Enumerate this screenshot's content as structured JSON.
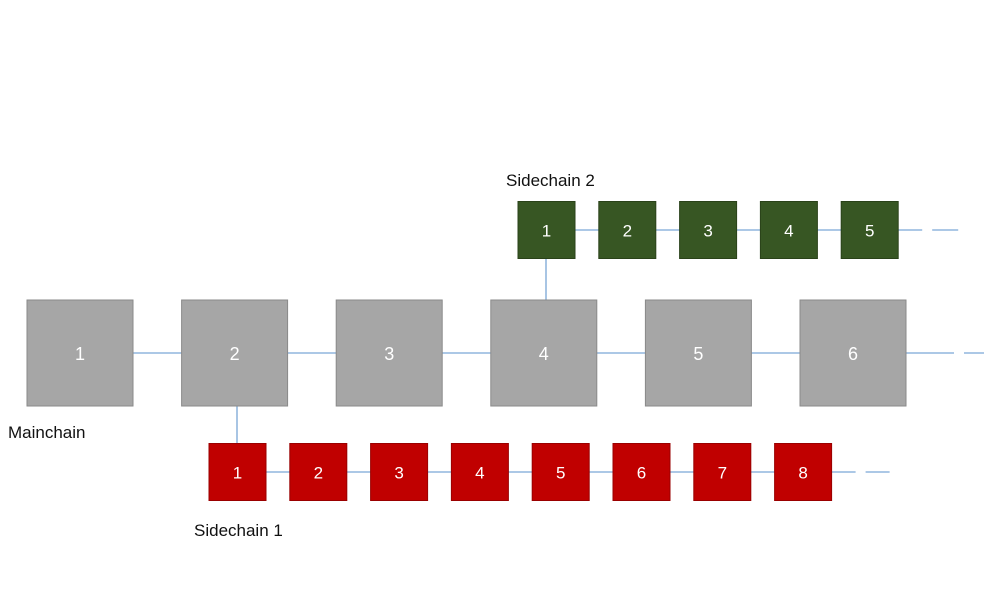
{
  "colors": {
    "mainchain": "#a6a6a6",
    "mainchain_border": "#8a8a8a",
    "sidechain1": "#c00000",
    "sidechain1_border": "#9a0000",
    "sidechain2": "#375623",
    "sidechain2_border": "#2a4219",
    "link": "#7aa6d6"
  },
  "mainchain": {
    "title": "Mainchain",
    "blocks": [
      "1",
      "2",
      "3",
      "4",
      "5",
      "6"
    ]
  },
  "sidechain1": {
    "title": "Sidechain 1",
    "branches_from_block": "2",
    "blocks": [
      "1",
      "2",
      "3",
      "4",
      "5",
      "6",
      "7",
      "8"
    ]
  },
  "sidechain2": {
    "title": "Sidechain 2",
    "branches_from_block": "4",
    "blocks": [
      "1",
      "2",
      "3",
      "4",
      "5"
    ]
  }
}
